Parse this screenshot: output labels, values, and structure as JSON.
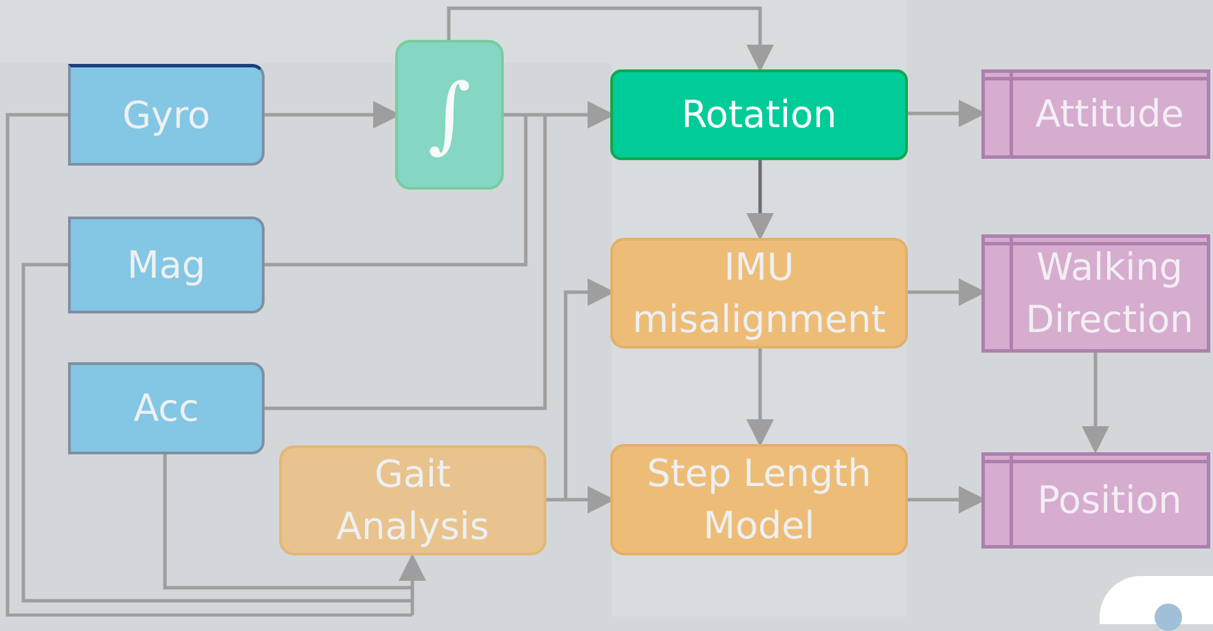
{
  "diagram": {
    "sensors": {
      "gyro": "Gyro",
      "mag": "Mag",
      "acc": "Acc"
    },
    "integrator_symbol": "∫",
    "processing": {
      "rotation": "Rotation",
      "imu_misalignment": "IMU\nmisalignment",
      "step_length_model": "Step Length\nModel",
      "gait_analysis": "Gait\nAnalysis"
    },
    "outputs": {
      "attitude": "Attitude",
      "walking_direction": "Walking\nDirection",
      "position": "Position"
    },
    "colors": {
      "sensor": "#83c7e4",
      "integrator": "#85d6c2",
      "rotation": "#00cc99",
      "processing": "#edbd77",
      "output": "#d6accf",
      "connector": "#9e9e9e"
    }
  }
}
